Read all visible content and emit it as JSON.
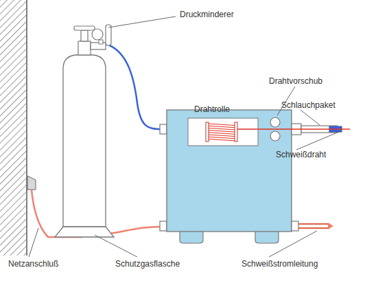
{
  "diagram": {
    "labels": [
      "Druckminderer",
      "Drahtrolle",
      "Drahtvorschub",
      "Schlauchpaket",
      "Schweißdraht",
      "Netzanschluß",
      "Schutzgasflasche",
      "Schweißstromleitung"
    ]
  }
}
